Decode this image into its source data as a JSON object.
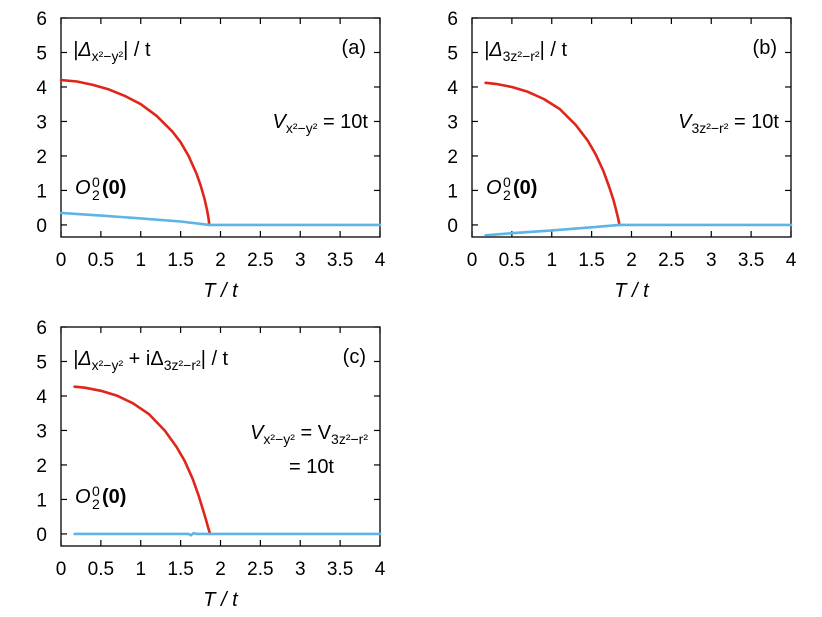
{
  "colors": {
    "gap": "#e0251b",
    "order": "#5db4e5",
    "axis": "#000000"
  },
  "chart_data": [
    {
      "type": "line",
      "panel_label": "(a)",
      "xlabel": "T / t",
      "ylabel": "",
      "xlim": [
        0,
        4
      ],
      "ylim": [
        -0.35,
        6
      ],
      "xticks": [
        "0",
        "0.5",
        "1",
        "1.5",
        "2",
        "2.5",
        "3",
        "3.5",
        "4"
      ],
      "yticks": [
        "0",
        "1",
        "2",
        "3",
        "4",
        "5",
        "6"
      ],
      "grid": false,
      "annotations": {
        "gap_label": {
          "prefix": "|Δ",
          "sub": "x²−y²",
          "suffix": "| / t"
        },
        "interaction": {
          "prefix": "V",
          "sub": "x²−y²",
          "suffix": " = 10t"
        },
        "order_label": {
          "main": "O",
          "sup": "0",
          "sub": "2",
          "arg": " (0)"
        }
      },
      "series": [
        {
          "role": "gap",
          "x": [
            0,
            0.2,
            0.4,
            0.6,
            0.8,
            1.0,
            1.2,
            1.4,
            1.5,
            1.6,
            1.7,
            1.75,
            1.8,
            1.83,
            1.85,
            1.86
          ],
          "y": [
            4.2,
            4.16,
            4.06,
            3.93,
            3.74,
            3.5,
            3.16,
            2.7,
            2.4,
            2.0,
            1.48,
            1.15,
            0.75,
            0.45,
            0.2,
            0
          ]
        },
        {
          "role": "order",
          "x": [
            0,
            0.5,
            1.0,
            1.5,
            1.86,
            2.5,
            3.0,
            3.5,
            4.0
          ],
          "y": [
            0.35,
            0.27,
            0.19,
            0.1,
            0,
            0,
            0,
            0,
            0
          ]
        }
      ]
    },
    {
      "type": "line",
      "panel_label": "(b)",
      "xlabel": "T / t",
      "ylabel": "",
      "xlim": [
        0,
        4
      ],
      "ylim": [
        -0.35,
        6
      ],
      "xticks": [
        "0",
        "0.5",
        "1",
        "1.5",
        "2",
        "2.5",
        "3",
        "3.5",
        "4"
      ],
      "yticks": [
        "0",
        "1",
        "2",
        "3",
        "4",
        "5",
        "6"
      ],
      "grid": false,
      "annotations": {
        "gap_label": {
          "prefix": "|Δ",
          "sub": "3z²−r²",
          "suffix": "| / t"
        },
        "interaction": {
          "prefix": "V",
          "sub": "3z²−r²",
          "suffix": " = 10t"
        },
        "order_label": {
          "main": "O",
          "sup": "0",
          "sub": "2",
          "arg": " (0)"
        }
      },
      "series": [
        {
          "role": "gap",
          "x": [
            0.17,
            0.3,
            0.5,
            0.7,
            0.9,
            1.1,
            1.3,
            1.45,
            1.55,
            1.65,
            1.72,
            1.77,
            1.8,
            1.83,
            1.85
          ],
          "y": [
            4.12,
            4.09,
            4.0,
            3.86,
            3.65,
            3.36,
            2.9,
            2.45,
            2.05,
            1.55,
            1.1,
            0.75,
            0.5,
            0.22,
            0
          ]
        },
        {
          "role": "order",
          "x": [
            0.17,
            0.5,
            1.0,
            1.5,
            1.85,
            2.5,
            3.0,
            3.5,
            4.0
          ],
          "y": [
            -0.3,
            -0.24,
            -0.16,
            -0.07,
            0,
            0,
            0,
            0,
            0
          ]
        }
      ]
    },
    {
      "type": "line",
      "panel_label": "(c)",
      "xlabel": "T / t",
      "ylabel": "",
      "xlim": [
        0,
        4
      ],
      "ylim": [
        -0.35,
        6
      ],
      "xticks": [
        "0",
        "0.5",
        "1",
        "1.5",
        "2",
        "2.5",
        "3",
        "3.5",
        "4"
      ],
      "yticks": [
        "0",
        "1",
        "2",
        "3",
        "4",
        "5",
        "6"
      ],
      "grid": false,
      "annotations": {
        "gap_label": {
          "prefix": "|Δ",
          "sub": "x²−y²",
          "mid": " + iΔ",
          "sub2": "3z²−r²",
          "suffix": "| / t"
        },
        "interaction": {
          "prefix": "V",
          "sub": "x²−y²",
          "mid": " = V",
          "sub2": "3z²−r²",
          "line2": "= 10t"
        },
        "order_label": {
          "main": "O",
          "sup": "0",
          "sub": "2",
          "arg": " (0)"
        }
      },
      "series": [
        {
          "role": "gap",
          "x": [
            0.17,
            0.3,
            0.5,
            0.7,
            0.9,
            1.1,
            1.3,
            1.45,
            1.55,
            1.65,
            1.72,
            1.78,
            1.82,
            1.85,
            1.87
          ],
          "y": [
            4.27,
            4.24,
            4.15,
            4.01,
            3.79,
            3.48,
            3.0,
            2.52,
            2.12,
            1.6,
            1.15,
            0.7,
            0.4,
            0.15,
            0
          ]
        },
        {
          "role": "order",
          "x": [
            0.17,
            1.0,
            1.6,
            1.63,
            1.66,
            1.7,
            1.87,
            2.5,
            3.0,
            3.5,
            4.0
          ],
          "y": [
            0,
            0,
            0,
            -0.04,
            0.02,
            0,
            0,
            0,
            0,
            0,
            0
          ]
        }
      ]
    }
  ]
}
